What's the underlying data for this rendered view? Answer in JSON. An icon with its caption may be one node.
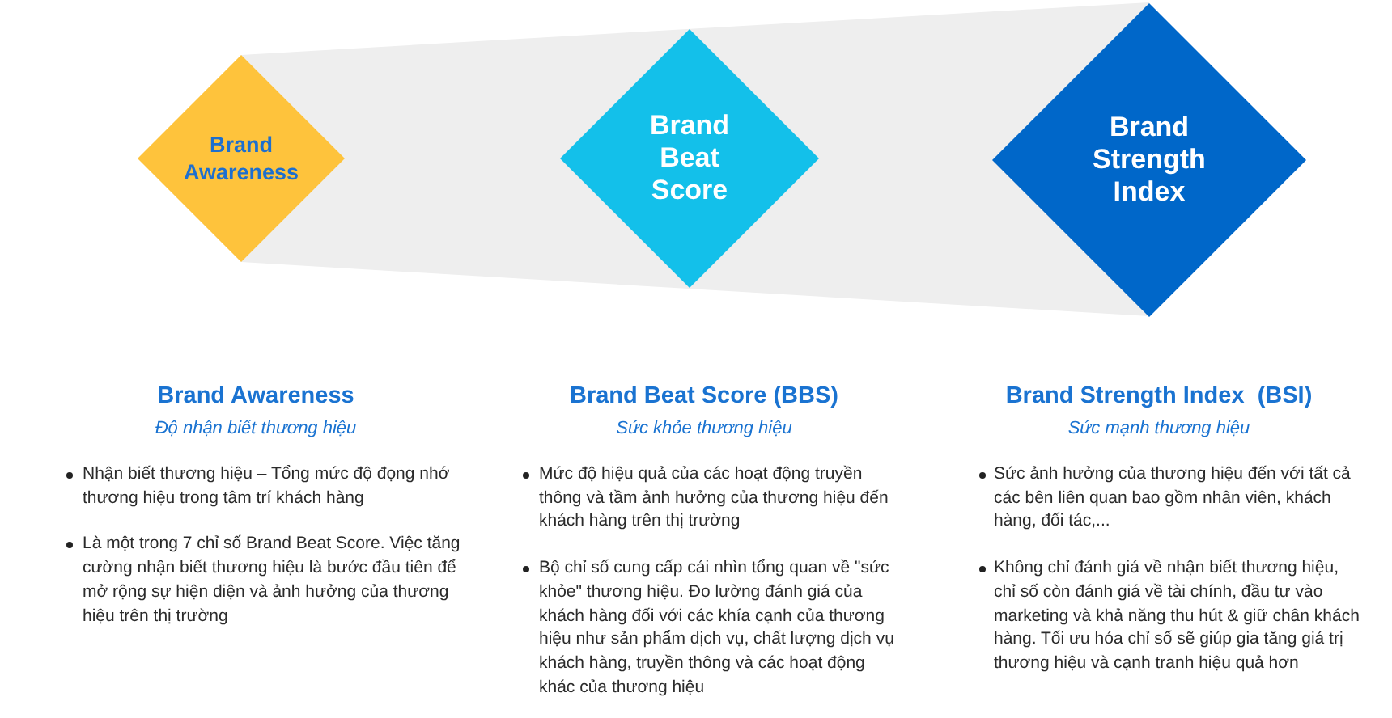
{
  "diagram": {
    "nodes": [
      {
        "text": [
          "Brand Awareness"
        ]
      },
      {
        "text": [
          "Brand Beat Score"
        ]
      },
      {
        "text": [
          "Brand Strength Index"
        ]
      }
    ],
    "labels": [
      "Brand Awareness",
      "Độ nhận biết thương hiệu",
      "Nhận biết thương hiệu – Tổng mức độ đọng nhớ thương hiệu trong tâm trí khách hàng",
      "Là một trong 7 chỉ số Brand Beat Score. Việc tăng cường nhận biết thương hiệu là bước đầu tiên để mở rộng sự hiện diện và ảnh hưởng của thương hiệu trên thị trường",
      "Brand Beat Score (BBS)",
      "Sức khỏe thương hiệu",
      "Mức độ hiệu quả của các hoạt động truyền thông và tầm ảnh hưởng của thương hiệu đến khách hàng trên thị trường",
      "Bộ chỉ số cung cấp cái nhìn tổng quan về \"sức khỏe\" thương hiệu. Đo lường đánh giá của khách hàng đối với các khía cạnh của thương hiệu như sản phẩm dịch vụ, chất lượng dịch vụ khách hàng, truyền thông và các hoạt động khác của thương hiệu",
      "Brand Strength Index  (BSI)",
      "Sức mạnh thương hiệu",
      "Sức ảnh hưởng của thương hiệu đến với tất cả các bên liên quan bao gồm nhân viên, khách hàng, đối tác,...",
      "Không chỉ đánh giá về nhận biết thương hiệu, chỉ số còn đánh giá về tài chính, đầu tư vào marketing và khả năng thu hút & giữ chân khách hàng. Tối ưu hóa chỉ số sẽ giúp gia tăng giá trị thương hiệu và cạnh tranh hiệu quả hơn"
    ]
  }
}
